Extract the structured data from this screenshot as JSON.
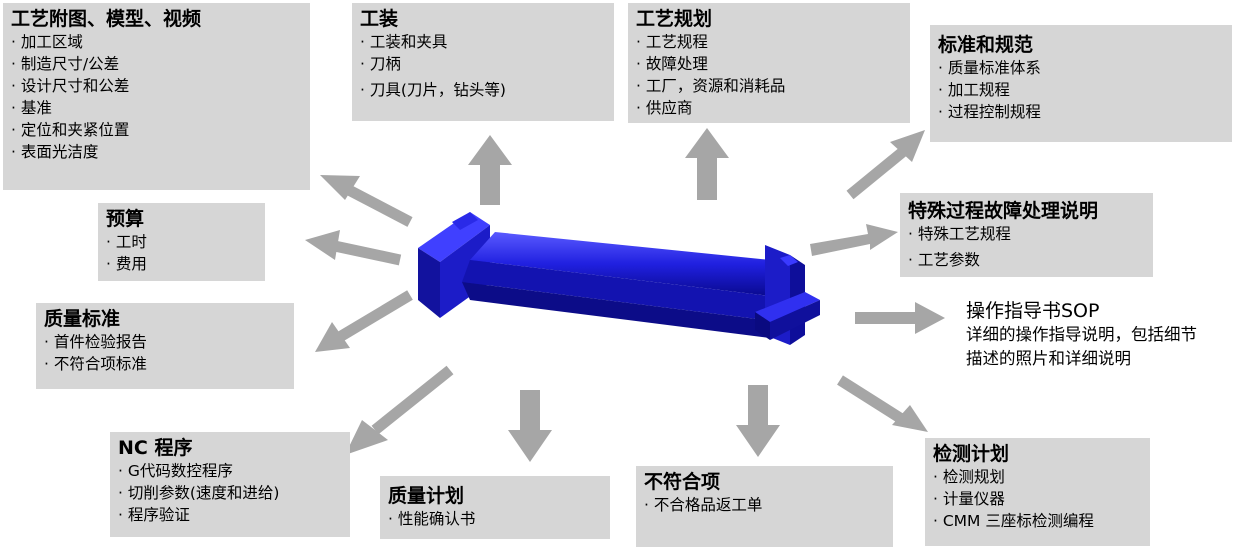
{
  "boxes": [
    {
      "id": "drawings",
      "title": "工艺附图、模型、视频",
      "items": [
        "加工区域",
        "制造尺寸/公差",
        "设计尺寸和公差",
        "基准",
        "定位和夹紧位置",
        "表面光洁度"
      ]
    },
    {
      "id": "tooling",
      "title": "工装",
      "items": [
        "工装和夹具",
        "刀柄",
        "刀具(刀片，钻头等)"
      ]
    },
    {
      "id": "process-plan",
      "title": "工艺规划",
      "items": [
        "工艺规程",
        "故障处理",
        "工厂，资源和消耗品",
        "供应商"
      ]
    },
    {
      "id": "standards",
      "title": "标准和规范",
      "items": [
        "质量标准体系",
        "加工规程",
        "过程控制规程"
      ]
    },
    {
      "id": "budget",
      "title": "预算",
      "items": [
        "工时",
        "费用"
      ]
    },
    {
      "id": "special-process",
      "title": "特殊过程故障处理说明",
      "items": [
        "特殊工艺规程",
        "工艺参数"
      ]
    },
    {
      "id": "quality-standard",
      "title": "质量标准",
      "items": [
        "首件检验报告",
        "不符合项标准"
      ]
    },
    {
      "id": "sop",
      "title": "操作指导书SOP",
      "items": [
        "详细的操作指导说明，包括细节",
        "描述的照片和详细说明"
      ]
    },
    {
      "id": "nc",
      "title": "NC 程序",
      "items": [
        "G代码数控程序",
        "切削参数(速度和进给)",
        "程序验证"
      ]
    },
    {
      "id": "quality-plan",
      "title": "质量计划",
      "items": [
        "性能确认书"
      ]
    },
    {
      "id": "nonconform",
      "title": "不符合项",
      "items": [
        "不合格品返工单"
      ]
    },
    {
      "id": "inspection",
      "title": "检测计划",
      "items": [
        "检测规划",
        "计量仪器",
        "CMM 三座标检测编程"
      ]
    }
  ],
  "colors": {
    "box": "#d6d6d6",
    "arrow": "#a6a6a6",
    "part": "#1a1acc",
    "part_dark": "#0a0a8a",
    "part_light": "#4a4aff"
  }
}
